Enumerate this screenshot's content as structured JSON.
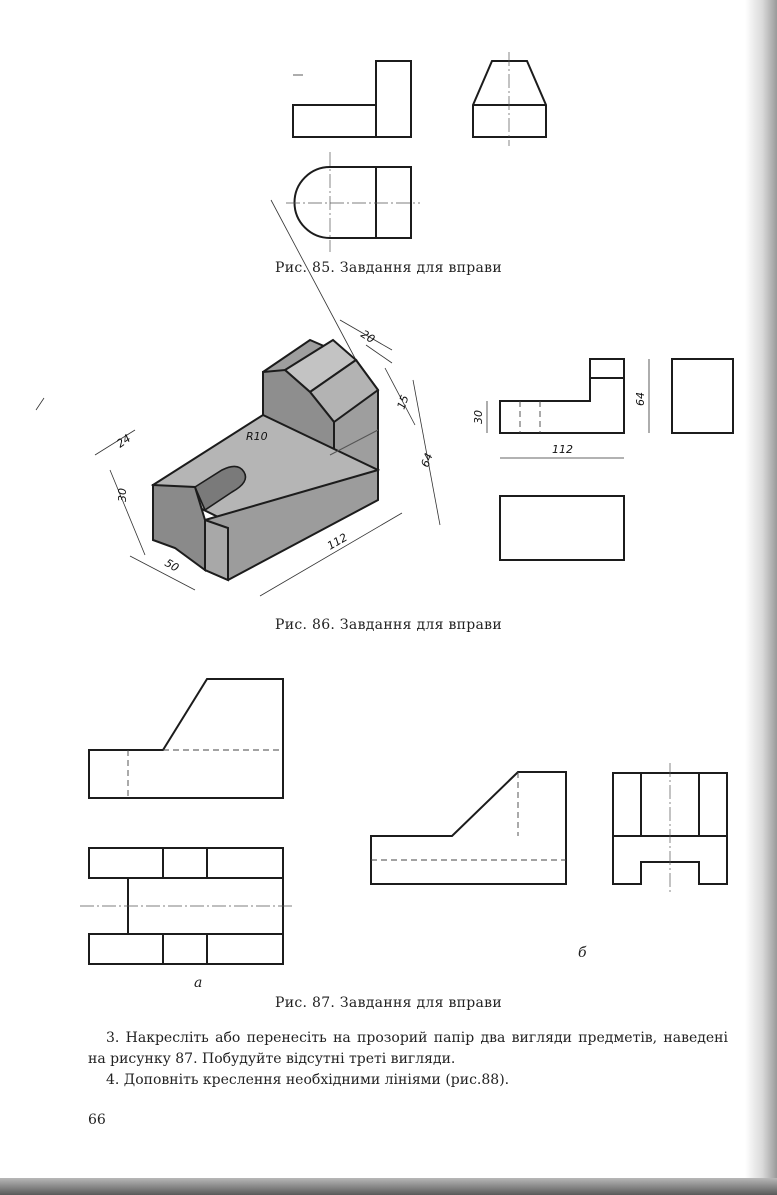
{
  "figures": {
    "fig85": {
      "caption": "Рис. 85. Завдання для вправи"
    },
    "fig86": {
      "caption": "Рис. 86. Завдання для вправи",
      "dimensions": {
        "d20": "20",
        "d15": "15",
        "d64": "64",
        "d24": "24",
        "r10": "R10",
        "d30": "30",
        "d50": "50",
        "d112": "112",
        "front_30": "30",
        "front_64": "64",
        "front_112": "112"
      }
    },
    "fig87": {
      "caption": "Рис. 87. Завдання для вправи",
      "label_a": "а",
      "label_b": "б"
    }
  },
  "text": {
    "paragraph3": "3. Накресліть або перенесіть на прозорий папір два вигляди предметів, наведені на рисунку 87. Побудуйте відсутні треті вигляди.",
    "paragraph4": "4. Доповніть креслення необхідними лініями (рис.88)."
  },
  "page_number": "66"
}
